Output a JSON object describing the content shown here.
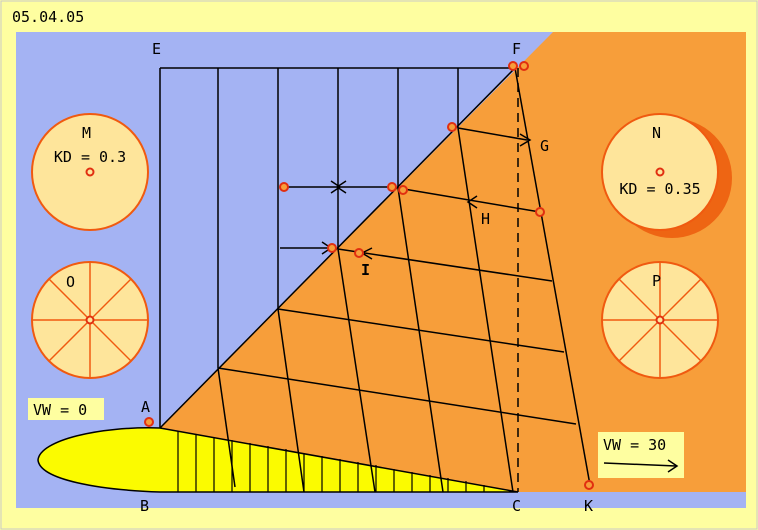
{
  "date": "05.04.05",
  "colors": {
    "frame": "#fefea0",
    "blue": "#a4b3f3",
    "orange": "#f79e3a",
    "airfoil": "#fbfb00",
    "disc": "#fee59b",
    "disc_line": "#f05a10",
    "shadow": "#ee6513",
    "ink": "#000000"
  },
  "points": {
    "A": "A",
    "B": "B",
    "C": "C",
    "E": "E",
    "F": "F",
    "G": "G",
    "H": "H",
    "I": "I",
    "K": "K"
  },
  "discs": {
    "M": {
      "label": "M",
      "kd": "KD = 0.3"
    },
    "N": {
      "label": "N",
      "kd": "KD = 0.35"
    },
    "O": {
      "label": "O"
    },
    "P": {
      "label": "P"
    }
  },
  "wind": {
    "left": "VW = 0",
    "right": "VW = 30",
    "right_icon": "arrow-right-icon"
  }
}
